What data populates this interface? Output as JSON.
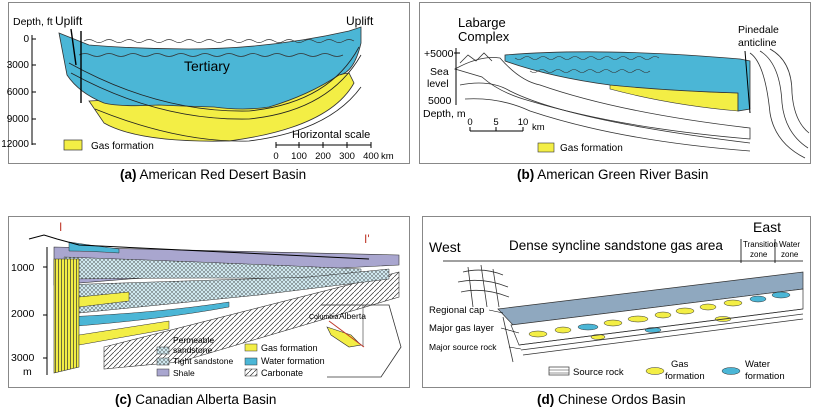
{
  "colors": {
    "water": "#4bb6d6",
    "gas": "#f3ee45",
    "shale": "#a9a6cf",
    "sandstone": "#cfe8ef"
  },
  "panel_a": {
    "caption_letter": "(a)",
    "caption_text": "American Red Desert Basin",
    "depth_label": "Depth, ft",
    "depth_ticks": [
      "0",
      "3000",
      "6000",
      "9000",
      "12000"
    ],
    "uplift_left": "Uplift",
    "uplift_right": "Uplift",
    "formation_label": "Tertiary",
    "legend_gas": "Gas formation",
    "scale_title": "Horizontal scale",
    "scale_ticks": [
      "0",
      "100",
      "200",
      "300",
      "400"
    ],
    "scale_unit": "km"
  },
  "panel_b": {
    "caption_letter": "(b)",
    "caption_text": "American Green River Basin",
    "complex_line1": "Labarge",
    "complex_line2": "Complex",
    "anticline_line1": "Pinedale",
    "anticline_line2": "anticline",
    "depth_top": "+5000",
    "sea_line1": "Sea",
    "sea_line2": "level",
    "depth_bottom": "5000",
    "depth_unit": "Depth, m",
    "scale_ticks": [
      "0",
      "5",
      "10"
    ],
    "scale_unit": "km",
    "legend_gas": "Gas formation"
  },
  "panel_c": {
    "caption_letter": "(c)",
    "caption_text": "Canadian Alberta Basin",
    "marker_left": "I",
    "marker_right": "I'",
    "depth_ticks": [
      "1000",
      "2000",
      "3000"
    ],
    "depth_unit": "m",
    "map_label_1": "Columbia",
    "map_label_2": "Alberta",
    "legend": {
      "permeable_1": "Permeable",
      "permeable_2": "sandstone",
      "tight": "Tight sandstone",
      "shale": "Shale",
      "gas": "Gas formation",
      "water": "Water formation",
      "carbonate": "Carbonate"
    }
  },
  "panel_d": {
    "caption_letter": "(d)",
    "caption_text": "Chinese Ordos Basin",
    "west": "West",
    "east": "East",
    "area_title": "Dense syncline sandstone gas area",
    "transition_1": "Transition",
    "transition_2": "zone",
    "waterzone_1": "Water",
    "waterzone_2": "zone",
    "regional_cap": "Regional cap",
    "major_gas": "Major gas layer",
    "major_source": "Major source rock",
    "legend_source": "Source rock",
    "legend_gas_1": "Gas",
    "legend_gas_2": "formation",
    "legend_water_1": "Water",
    "legend_water_2": "formation"
  }
}
